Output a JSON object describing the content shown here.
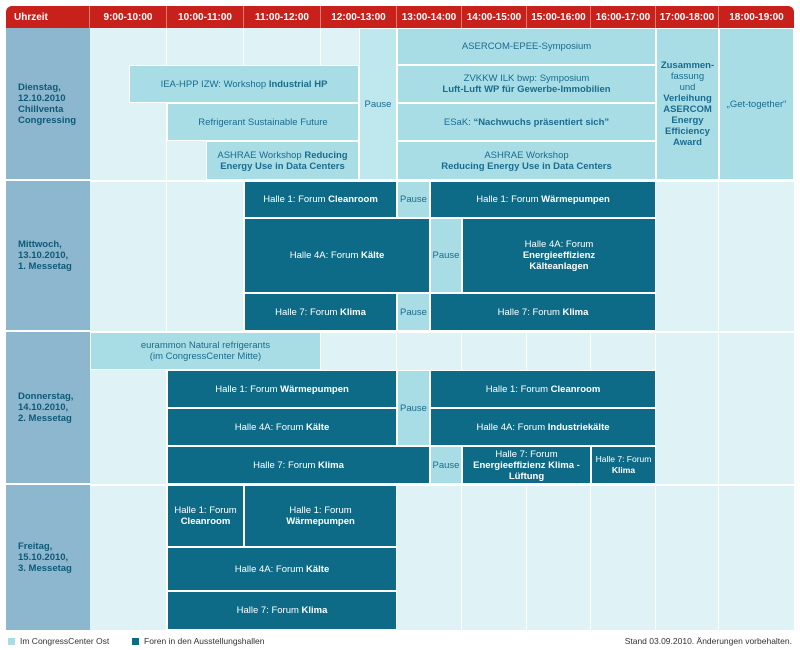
{
  "header": {
    "label": "Uhrzeit",
    "times": [
      "9:00-10:00",
      "10:00-11:00",
      "11:00-12:00",
      "12:00-13:00",
      "13:00-14:00",
      "14:00-15:00",
      "15:00-16:00",
      "16:00-17:00",
      "17:00-18:00",
      "18:00-19:00"
    ]
  },
  "days": [
    {
      "line1": "Dienstag,",
      "line2": "12.10.2010",
      "line3": "Chillventa",
      "line4": "Congressing"
    },
    {
      "line1": "Mittwoch,",
      "line2": "13.10.2010,",
      "line3": "1. Messetag",
      "line4": ""
    },
    {
      "line1": "Donnerstag,",
      "line2": "14.10.2010,",
      "line3": "2. Messetag",
      "line4": ""
    },
    {
      "line1": "Freitag,",
      "line2": "15.10.2010,",
      "line3": "3. Messetag",
      "line4": ""
    }
  ],
  "events": {
    "tue_asercom_epee": "ASERCOM-EPEE-Symposium",
    "tue_iea_pre": "IEA-HPP IZW: Workshop ",
    "tue_iea_bold": "Industrial HP",
    "tue_zvkkw_l1": "ZVKKW ILK bwp: Symposium",
    "tue_zvkkw_bold": "Luft-Luft WP für Gewerbe-Immobilien",
    "tue_refrig": "Refrigerant Sustainable Future",
    "tue_esak_pre": "ESaK: ",
    "tue_esak_bold": "“Nachwuchs präsentiert sich”",
    "tue_ashrae1_pre": "ASHRAE Workshop ",
    "tue_ashrae1_bold1": "Reducing",
    "tue_ashrae1_bold2": "Energy Use in Data Centers",
    "tue_ashrae2_l1": "ASHRAE Workshop",
    "tue_ashrae2_bold": "Reducing Energy Use in Data Centers",
    "tue_pause": "Pause",
    "tue_award_l1": "Zusammen-",
    "tue_award_l2": "fassung",
    "tue_award_l3": "und",
    "tue_award_l4": "Verleihung",
    "tue_award_l5": "ASERCOM",
    "tue_award_l6": "Energy",
    "tue_award_l7": "Efficiency",
    "tue_award_l8": "Award",
    "tue_gettogether": "„Get-together“",
    "wed_h1_pre": "Halle 1: Forum ",
    "wed_h1_bold": "Cleanroom",
    "wed_pause1": "Pause",
    "wed_h1b_pre": "Halle 1: Forum ",
    "wed_h1b_bold": "Wärmepumpen",
    "wed_h4a_pre": "Halle 4A: Forum ",
    "wed_h4a_bold": "Kälte",
    "wed_pause2": "Pause",
    "wed_h4ab_l1": "Halle 4A: Forum",
    "wed_h4ab_bold1": "Energieeffizienz",
    "wed_h4ab_bold2": "Kälteanlagen",
    "wed_h7_pre": "Halle 7: Forum ",
    "wed_h7_bold": "Klima",
    "wed_pause3": "Pause",
    "wed_h7b_pre": "Halle 7: Forum ",
    "wed_h7b_bold": "Klima",
    "thu_eurammon_l1": "eurammon Natural refrigerants",
    "thu_eurammon_l2": "(im CongressCenter Mitte)",
    "thu_h1_pre": "Halle 1: Forum ",
    "thu_h1_bold": "Wärmepumpen",
    "thu_pause1": "Pause",
    "thu_h1b_pre": "Halle 1: Forum ",
    "thu_h1b_bold": "Cleanroom",
    "thu_h4a_pre": "Halle 4A: Forum ",
    "thu_h4a_bold": "Kälte",
    "thu_h4ab_pre": "Halle 4A: Forum ",
    "thu_h4ab_bold": "Industriekälte",
    "thu_h7_pre": "Halle 7: Forum ",
    "thu_h7_bold": "Klima",
    "thu_pause2": "Pause",
    "thu_h7b_l1": "Halle 7: Forum",
    "thu_h7b_bold1": "Energieeffizienz Klima -",
    "thu_h7b_bold2": "Lüftung",
    "thu_h7c_l1": "Halle 7: Forum",
    "thu_h7c_bold": "Klima",
    "fri_h1a_l1": "Halle 1: Forum",
    "fri_h1a_bold": "Cleanroom",
    "fri_h1b_l1": "Halle 1: Forum",
    "fri_h1b_bold": "Wärmepumpen",
    "fri_h4a_pre": "Halle 4A: Forum ",
    "fri_h4a_bold": "Kälte",
    "fri_h7_pre": "Halle 7: Forum ",
    "fri_h7_bold": "Klima"
  },
  "legend": {
    "congress": "Im CongressCenter Ost",
    "foren": "Foren in den Ausstellungshallen",
    "note": "Stand 03.09.2010. Änderungen vorbehalten."
  },
  "colors": {
    "header": "#c8201b",
    "day": "#8db7cf",
    "light": "#a8dde6",
    "dark": "#0d6b88",
    "bg_light": "#dff3f6"
  }
}
